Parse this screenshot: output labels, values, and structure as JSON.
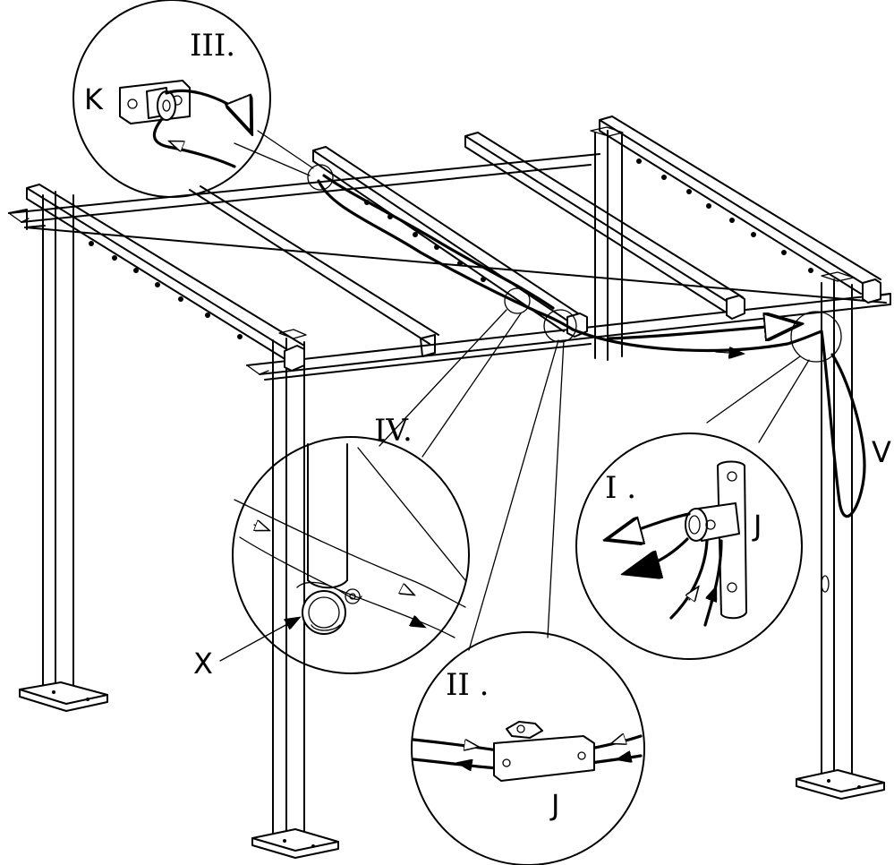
{
  "callouts": {
    "I": "I .",
    "II": "II .",
    "III": "III.",
    "IV": "IV."
  },
  "parts": {
    "K": "K",
    "J_detail_I": "J",
    "J_detail_II": "J",
    "V": "V",
    "X": "X"
  },
  "icons": [
    "pulley-icon",
    "cable-arrow-icon"
  ]
}
